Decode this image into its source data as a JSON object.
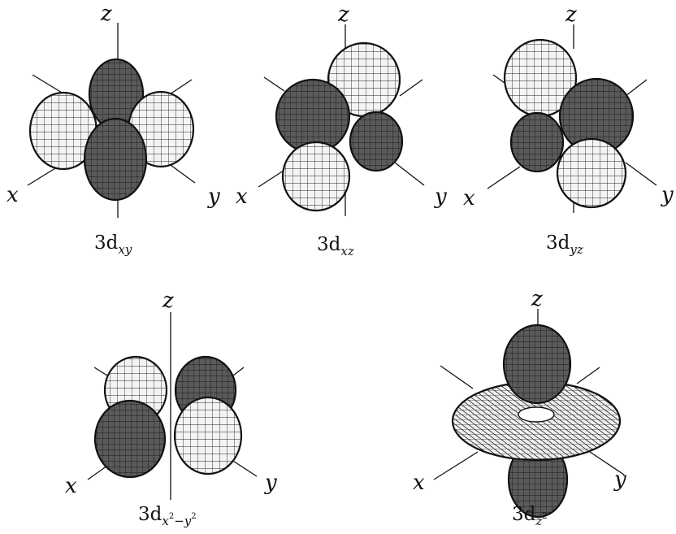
{
  "orbitals": [
    {
      "id": "dxy",
      "prefix": "3d",
      "subscript": "xy",
      "sup1": "",
      "sup2": "",
      "mid": "",
      "axes": {
        "x": "x",
        "y": "y",
        "z": "z"
      }
    },
    {
      "id": "dxz",
      "prefix": "3d",
      "subscript": "xz",
      "sup1": "",
      "sup2": "",
      "mid": "",
      "axes": {
        "x": "x",
        "y": "y",
        "z": "z"
      }
    },
    {
      "id": "dyz",
      "prefix": "3d",
      "subscript": "yz",
      "sup1": "",
      "sup2": "",
      "mid": "",
      "axes": {
        "x": "x",
        "y": "y",
        "z": "z"
      }
    },
    {
      "id": "dx2y2",
      "prefix": "3d",
      "subscript": "x",
      "sup1": "2",
      "mid": "−y",
      "sup2": "2",
      "axes": {
        "x": "x",
        "y": "y",
        "z": "z"
      }
    },
    {
      "id": "dz2",
      "prefix": "3d",
      "subscript": "z",
      "sup1": "2",
      "sup2": "",
      "mid": "",
      "axes": {
        "x": "x",
        "y": "y",
        "z": "z"
      }
    }
  ],
  "colors": {
    "dark_lobe": "#555555",
    "light_lobe": "#f2f2f2",
    "mesh": "#222222",
    "line": "#111111"
  }
}
